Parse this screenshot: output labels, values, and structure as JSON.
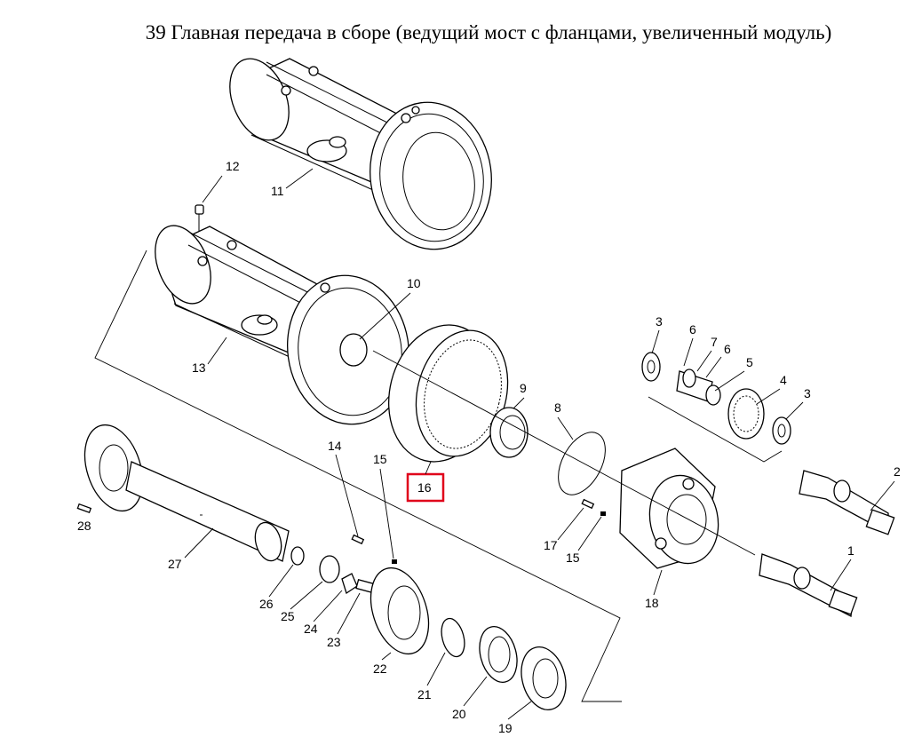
{
  "title": "39 Главная передача в сборе (ведущий мост с фланцами, увеличенный модуль)",
  "highlight_color": "#e0001a",
  "callouts": {
    "p1": "1",
    "p2": "2",
    "p3a": "3",
    "p3b": "3",
    "p4": "4",
    "p5": "5",
    "p6a": "6",
    "p6b": "6",
    "p7": "7",
    "p8": "8",
    "p9": "9",
    "p10": "10",
    "p11": "11",
    "p12": "12",
    "p13": "13",
    "p14": "14",
    "p15a": "15",
    "p15b": "15",
    "p16": "16",
    "p17": "17",
    "p18": "18",
    "p19": "19",
    "p20": "20",
    "p21": "21",
    "p22": "22",
    "p23": "23",
    "p24": "24",
    "p25": "25",
    "p26": "26",
    "p27": "27",
    "p28": "28"
  }
}
